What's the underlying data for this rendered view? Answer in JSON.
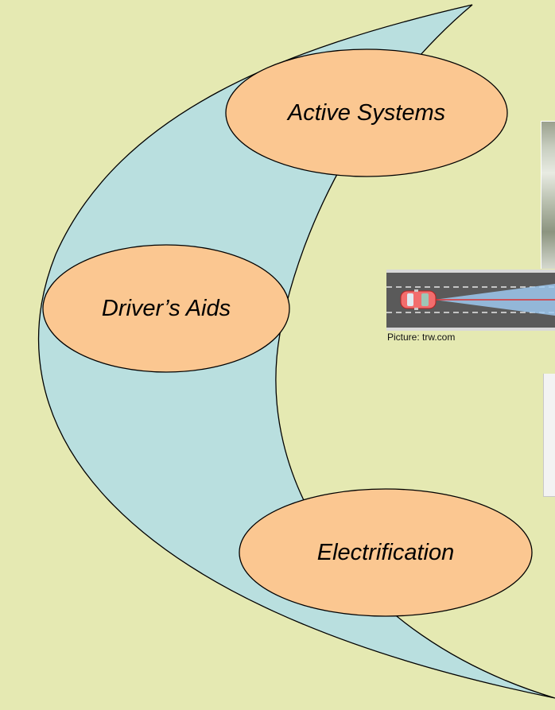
{
  "diagram": {
    "nodes": [
      {
        "id": "active",
        "label": "Active Systems"
      },
      {
        "id": "aids",
        "label": "Driver’s Aids"
      },
      {
        "id": "electric",
        "label": "Electrification"
      }
    ]
  },
  "figure": {
    "caption": "Picture: trw.com"
  },
  "colors": {
    "background": "#e5e9b2",
    "crescent_fill": "#b9dfdf",
    "node_fill": "#fbc791",
    "outline": "#000000"
  }
}
